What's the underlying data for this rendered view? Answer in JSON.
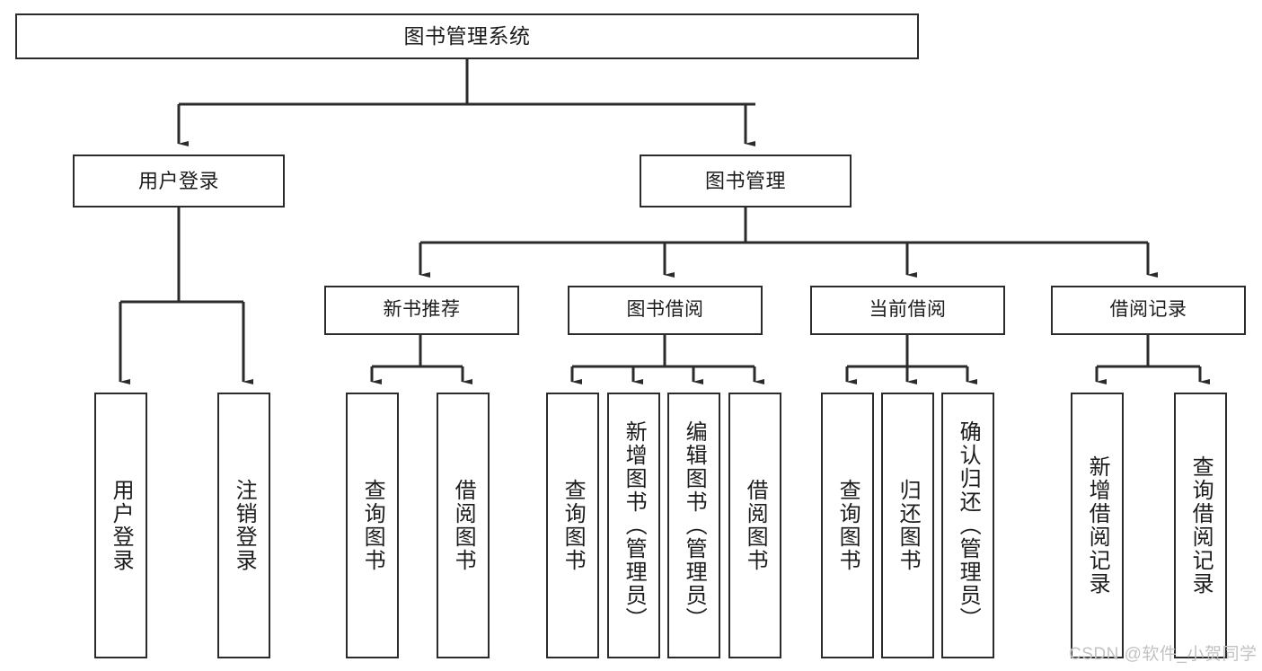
{
  "diagram": {
    "title": "图书管理系统",
    "type": "hierarchy-tree",
    "watermark": "CSDN @软件_小贺同学",
    "colors": {
      "stroke": "#2b2b2b",
      "fill": "#ffffff",
      "text": "#1c1c1c",
      "watermark": "#c2c2c2"
    },
    "root": {
      "label": "图书管理系统"
    },
    "level2": [
      {
        "label": "用户登录"
      },
      {
        "label": "图书管理"
      }
    ],
    "level3": [
      {
        "label": "新书推荐"
      },
      {
        "label": "图书借阅"
      },
      {
        "label": "当前借阅"
      },
      {
        "label": "借阅记录"
      }
    ],
    "leaves": {
      "user_login": [
        {
          "label": "用户登录"
        },
        {
          "label": "注销登录"
        }
      ],
      "new_book": [
        {
          "label": "查询图书"
        },
        {
          "label": "借阅图书"
        }
      ],
      "borrow": [
        {
          "label": "查询图书"
        },
        {
          "label": "新增图书（管理员）"
        },
        {
          "label": "编辑图书（管理员）"
        },
        {
          "label": "借阅图书"
        }
      ],
      "current": [
        {
          "label": "查询图书"
        },
        {
          "label": "归还图书"
        },
        {
          "label": "确认归还（管理员）"
        }
      ],
      "records": [
        {
          "label": "新增借阅记录"
        },
        {
          "label": "查询借阅记录"
        }
      ]
    }
  }
}
